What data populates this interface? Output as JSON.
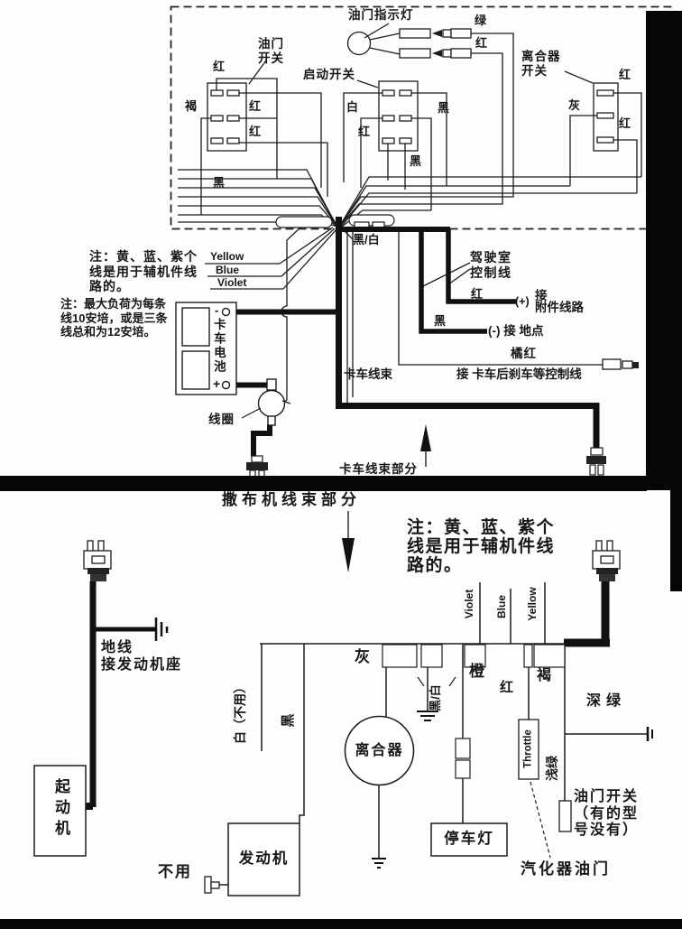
{
  "top": {
    "section_label": "卡车线束部分",
    "notes": {
      "aux_wires": "注：黄、蓝、紫个\n线是用于辅机件线\n路的。",
      "max_load": "注：最大负荷为每条\n线10安培，或是三条\n线总和为12安培。"
    },
    "labels": {
      "throttle_indicator": "油门指示灯",
      "green": "绿",
      "red_indicator": "红",
      "throttle_switch": "油门\n开关",
      "red_top": "红",
      "brown": "褐",
      "red_row1": "红",
      "red_row2": "红",
      "start_switch": "启动开关",
      "white": "白",
      "red_start": "红",
      "black_start_right": "黑",
      "black_start_bottom": "黑",
      "black_bundle": "黑",
      "clutch_switch": "离合器\n开关",
      "red_clutch_1": "红",
      "gray": "灰",
      "red_clutch_2": "红",
      "black_white": "黑/白",
      "wire_yellow": "Yellow",
      "wire_blue": "Blue",
      "wire_violet": "Violet",
      "cab_control": "驾驶室\n控制线",
      "red_cab": "红",
      "plus": "(+)",
      "connect": "接",
      "accessory_circuit": "附件线路",
      "black_cab": "黑",
      "ground_point": "(-) 接 地点",
      "orange_red": "橘红",
      "truck_harness": "卡车线束",
      "rear_brake_line": "接 卡车后刹车等控制线",
      "battery": "卡车电池",
      "battery_minus": "-",
      "battery_plus": "+",
      "coil": "线圈"
    }
  },
  "bottom": {
    "title": "撒布机线束部分",
    "note": "注：黄、蓝、紫个\n线是用于辅机件线\n路的。",
    "labels": {
      "wire_violet": "Violet",
      "wire_blue": "Blue",
      "wire_yellow": "Yellow",
      "ground_wire": "地线\n接发动机座",
      "white_unused": "白（不用）",
      "black": "黑",
      "gray": "灰",
      "clutch": "离合器",
      "black_white": "黑/白",
      "orange": "橙",
      "red": "红",
      "brown": "褐",
      "dark_green": "深绿",
      "light_green": "浅绿",
      "throttle_en": "Throttle",
      "throttle_switch_note": "油门开关\n（有的型\n号没有）",
      "carburetor_throttle": "汽化器油门",
      "parking_light": "停车灯",
      "engine": "发动机",
      "unused": "不用",
      "starter": "起动机"
    }
  }
}
